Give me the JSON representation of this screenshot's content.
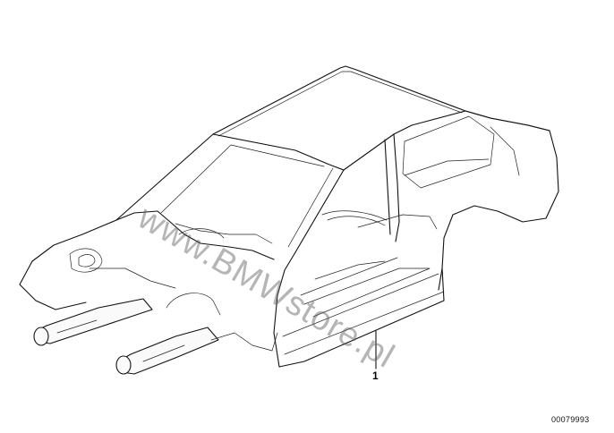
{
  "diagram": {
    "part_callout": "1",
    "image_id": "00079993",
    "watermark": "www.BMWstore.pl"
  }
}
